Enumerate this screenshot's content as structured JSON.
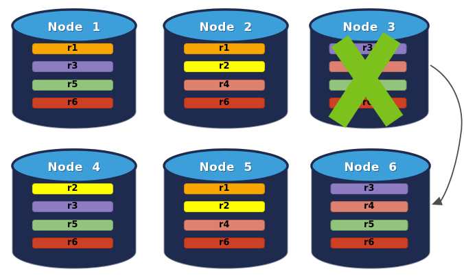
{
  "background": "#FFFFFF",
  "cylinder": {
    "body_color": "#1F2B4E",
    "top_color": "#3D9FD9",
    "outline_color": "#8A94A6",
    "title_color": "#FFFFFF"
  },
  "replica_styles": {
    "r1": {
      "fill": "#F9A602",
      "border": "#D98E00"
    },
    "r2": {
      "fill": "#FFFF00",
      "border": "#DFDC00"
    },
    "r3": {
      "fill": "#8E7CC3",
      "border": "#7766AE"
    },
    "r4": {
      "fill": "#DD8270",
      "border": "#C46553"
    },
    "r5": {
      "fill": "#93C47D",
      "border": "#79A763"
    },
    "r6": {
      "fill": "#CC4125",
      "border": "#AA2F15"
    }
  },
  "label_color": "#000000",
  "nodes": [
    {
      "id": "node-1",
      "title": "Node 1",
      "failed": false,
      "replicas": [
        "r1",
        "r3",
        "r5",
        "r6"
      ]
    },
    {
      "id": "node-2",
      "title": "Node 2",
      "failed": false,
      "replicas": [
        "r1",
        "r2",
        "r4",
        "r6"
      ]
    },
    {
      "id": "node-3",
      "title": "Node 3",
      "failed": true,
      "replicas": [
        "r3",
        "r4",
        "r5",
        "r6"
      ]
    },
    {
      "id": "node-4",
      "title": "Node 4",
      "failed": false,
      "replicas": [
        "r2",
        "r3",
        "r5",
        "r6"
      ]
    },
    {
      "id": "node-5",
      "title": "Node 5",
      "failed": false,
      "replicas": [
        "r1",
        "r2",
        "r4",
        "r6"
      ]
    },
    {
      "id": "node-6",
      "title": "Node 6",
      "failed": false,
      "replicas": [
        "r3",
        "r4",
        "r5",
        "r6"
      ]
    }
  ],
  "failure_mark": {
    "node": "Node 3",
    "color": "#7CC11C"
  },
  "arrow": {
    "from": "Node 3",
    "to": "Node 6",
    "color": "#4D4D4D"
  }
}
